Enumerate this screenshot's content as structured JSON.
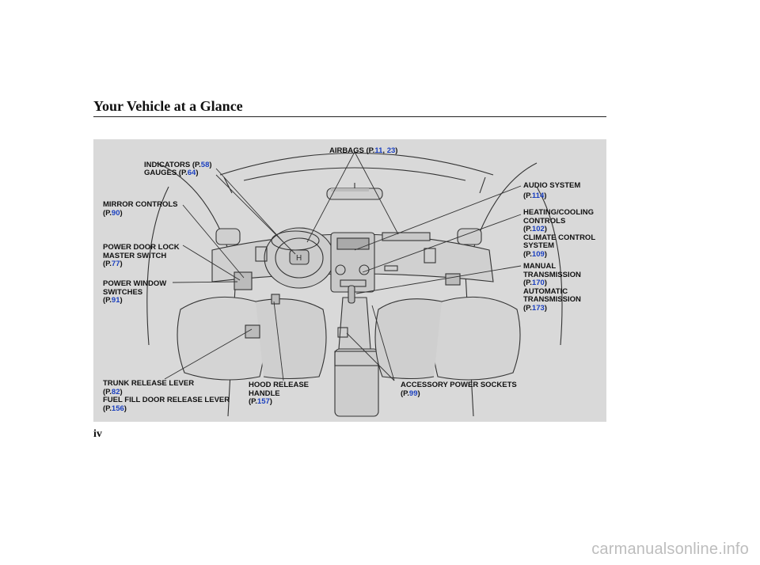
{
  "header": {
    "title": "Your Vehicle at a Glance"
  },
  "labels": {
    "airbags": {
      "line1": "AIRBAGS (P.",
      "p1": "11",
      "sep": ", ",
      "p2": "23",
      "close": ")"
    },
    "indicators": {
      "line1": "INDICATORS (P.",
      "page": "58",
      "close": ")"
    },
    "gauges": {
      "line1": "GAUGES (P.",
      "page": "64",
      "close": ")"
    },
    "mirror": {
      "line1": "MIRROR CONTROLS",
      "open": "(P.",
      "page": "90",
      "close": ")"
    },
    "doorlock": {
      "line1": "POWER DOOR LOCK",
      "line2": "MASTER SWITCH",
      "open": "(P.",
      "page": "77",
      "close": ")"
    },
    "window": {
      "line1": "POWER WINDOW",
      "line2": "SWITCHES",
      "open": "(P.",
      "page": "91",
      "close": ")"
    },
    "audio": {
      "line1": "AUDIO SYSTEM",
      "open": "(P.",
      "page": "114",
      "close": ")"
    },
    "heating": {
      "line1": "HEATING/COOLING",
      "line2": "CONTROLS",
      "open": "(P.",
      "page": "102",
      "close": ")"
    },
    "climate": {
      "line1": "CLIMATE CONTROL",
      "line2": "SYSTEM",
      "open": "(P.",
      "page": "109",
      "close": ")"
    },
    "manual": {
      "line1": "MANUAL",
      "line2": "TRANSMISSION",
      "open": "(P.",
      "page": "170",
      "close": ")"
    },
    "automatic": {
      "line1": "AUTOMATIC",
      "line2": "TRANSMISSION",
      "open": "(P.",
      "page": "173",
      "close": ")"
    },
    "trunk": {
      "line1": "TRUNK RELEASE LEVER",
      "open": "(P.",
      "page": "82",
      "close": ")"
    },
    "fuel": {
      "line1": "FUEL FILL DOOR RELEASE LEVER",
      "open": "(P.",
      "page": "156",
      "close": ")"
    },
    "hood": {
      "line1": "HOOD RELEASE",
      "line2": "HANDLE",
      "open": "(P.",
      "page": "157",
      "close": ")"
    },
    "sockets": {
      "line1": "ACCESSORY POWER SOCKETS",
      "open": "(P.",
      "page": "99",
      "close": ")"
    }
  },
  "footer": {
    "page_number": "iv",
    "watermark": "carmanualsonline.info"
  },
  "colors": {
    "panel": "#d9d9d9",
    "link": "#1a3fbf",
    "text": "#111111"
  }
}
